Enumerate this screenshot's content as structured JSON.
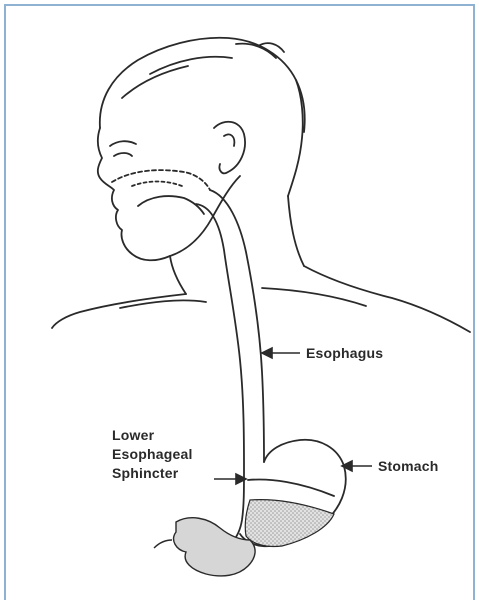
{
  "labels": {
    "esophagus": "Esophagus",
    "stomach": "Stomach",
    "sphincter_line1": "Lower",
    "sphincter_line2": "Esophageal",
    "sphincter_line3": "Sphincter"
  },
  "colors": {
    "frame_border": "#8fb2d2",
    "ink": "#2a2a2a",
    "fluid": "#cfcfcf"
  }
}
